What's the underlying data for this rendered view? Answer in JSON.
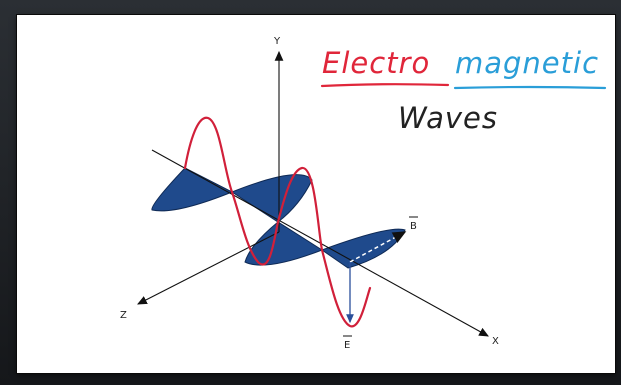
{
  "title": {
    "part1": "Electro",
    "part2": "magnetic",
    "line2": "Waves"
  },
  "axes": {
    "y": "Y",
    "z": "Z",
    "x": "X"
  },
  "vectors": {
    "b": "B",
    "e": "E"
  },
  "colors": {
    "electric_wave": "#d1203a",
    "magnetic_fill": "#1f4a8c",
    "underline_red": "#e0263a",
    "underline_blue": "#2a9ed8",
    "title_red": "#e0263a",
    "title_blue": "#2a9ed8",
    "ink": "#222222"
  }
}
